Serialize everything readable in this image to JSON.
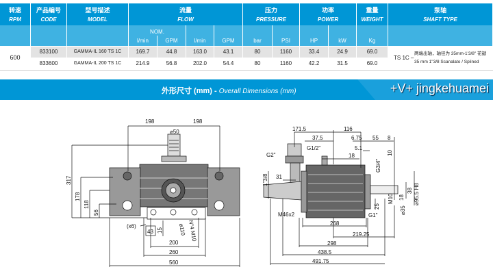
{
  "table": {
    "headers": {
      "rpm": [
        "转速",
        "RPM"
      ],
      "code": [
        "产品编号",
        "CODE"
      ],
      "model": [
        "型号描述",
        "MODEL"
      ],
      "flow": [
        "流量",
        "FLOW"
      ],
      "pressure": [
        "压力",
        "PRESSURE"
      ],
      "power": [
        "功率",
        "POWER"
      ],
      "weight": [
        "重量",
        "WEIGHT"
      ],
      "shaft": [
        "泵轴",
        "SHAFT TYPE"
      ]
    },
    "sub": {
      "nom": "NOM.",
      "lmin": "l/min",
      "gpm": "GPM",
      "bar": "bar",
      "psi": "PSI",
      "hp": "HP",
      "kw": "kW",
      "kg": "Kg"
    },
    "rpm": "600",
    "rows": [
      {
        "code": "833100",
        "model": "GAMMA-IL 160 TS 1C",
        "lmin_nom": "169.7",
        "gpm_nom": "44.8",
        "lmin": "163.0",
        "gpm": "43.1",
        "bar": "80",
        "psi": "1160",
        "hp": "33.4",
        "kw": "24.9",
        "kg": "69.0"
      },
      {
        "code": "833600",
        "model": "GAMMA-IL 200 TS 1C",
        "lmin_nom": "214.9",
        "gpm_nom": "56.8",
        "lmin": "202.0",
        "gpm": "54.4",
        "bar": "80",
        "psi": "1160",
        "hp": "42.2",
        "kw": "31.5",
        "kg": "69.0"
      }
    ],
    "shaft": {
      "code": "TS 1C  –",
      "cn": "两端出轴，轴径为 35mm-1'3/8\" 花键",
      "it": "35 mm 1\"3/8 Scanalato / Splined"
    }
  },
  "section": {
    "title_cn": "外形尺寸 (mm) - ",
    "title_en": "Overall Dimensions (mm)",
    "watermark": "+V+ jingkehuamei"
  },
  "front_view": {
    "d198a": "198",
    "d198b": "198",
    "d50": "⌀50",
    "d317": "317",
    "d178": "178",
    "d118": "118",
    "d56": "56",
    "x6": "(x6)",
    "d43": "43",
    "d15": "15",
    "d110": "⌀110",
    "m10": "N°4 M10",
    "d200": "200",
    "d260": "260",
    "d560": "560"
  },
  "side_view": {
    "d171": "171.5",
    "d116": "116",
    "d375": "37.5",
    "d675": "6.75",
    "d55": "55",
    "d8": "8",
    "g12": "G1/2\"",
    "d51": "5.1",
    "g2": "G2\"",
    "d18a": "18",
    "d10": "10",
    "g34": "G3/4\"",
    "h8": "⌀95.5 H8",
    "d138": "1\"3/8",
    "d31": "31",
    "d38": "38",
    "m10": "M10",
    "d18b": "18",
    "d25": "25",
    "d35": "⌀35",
    "m46": "M46x2",
    "g1": "G1\"",
    "d268": "268",
    "d21925": "219.25",
    "d298": "298",
    "d4385": "438.5",
    "d49175": "491.75"
  },
  "colors": {
    "header": "#0096d6",
    "subheader": "#3fb2e2",
    "row_alt": "#e3e3e3"
  }
}
